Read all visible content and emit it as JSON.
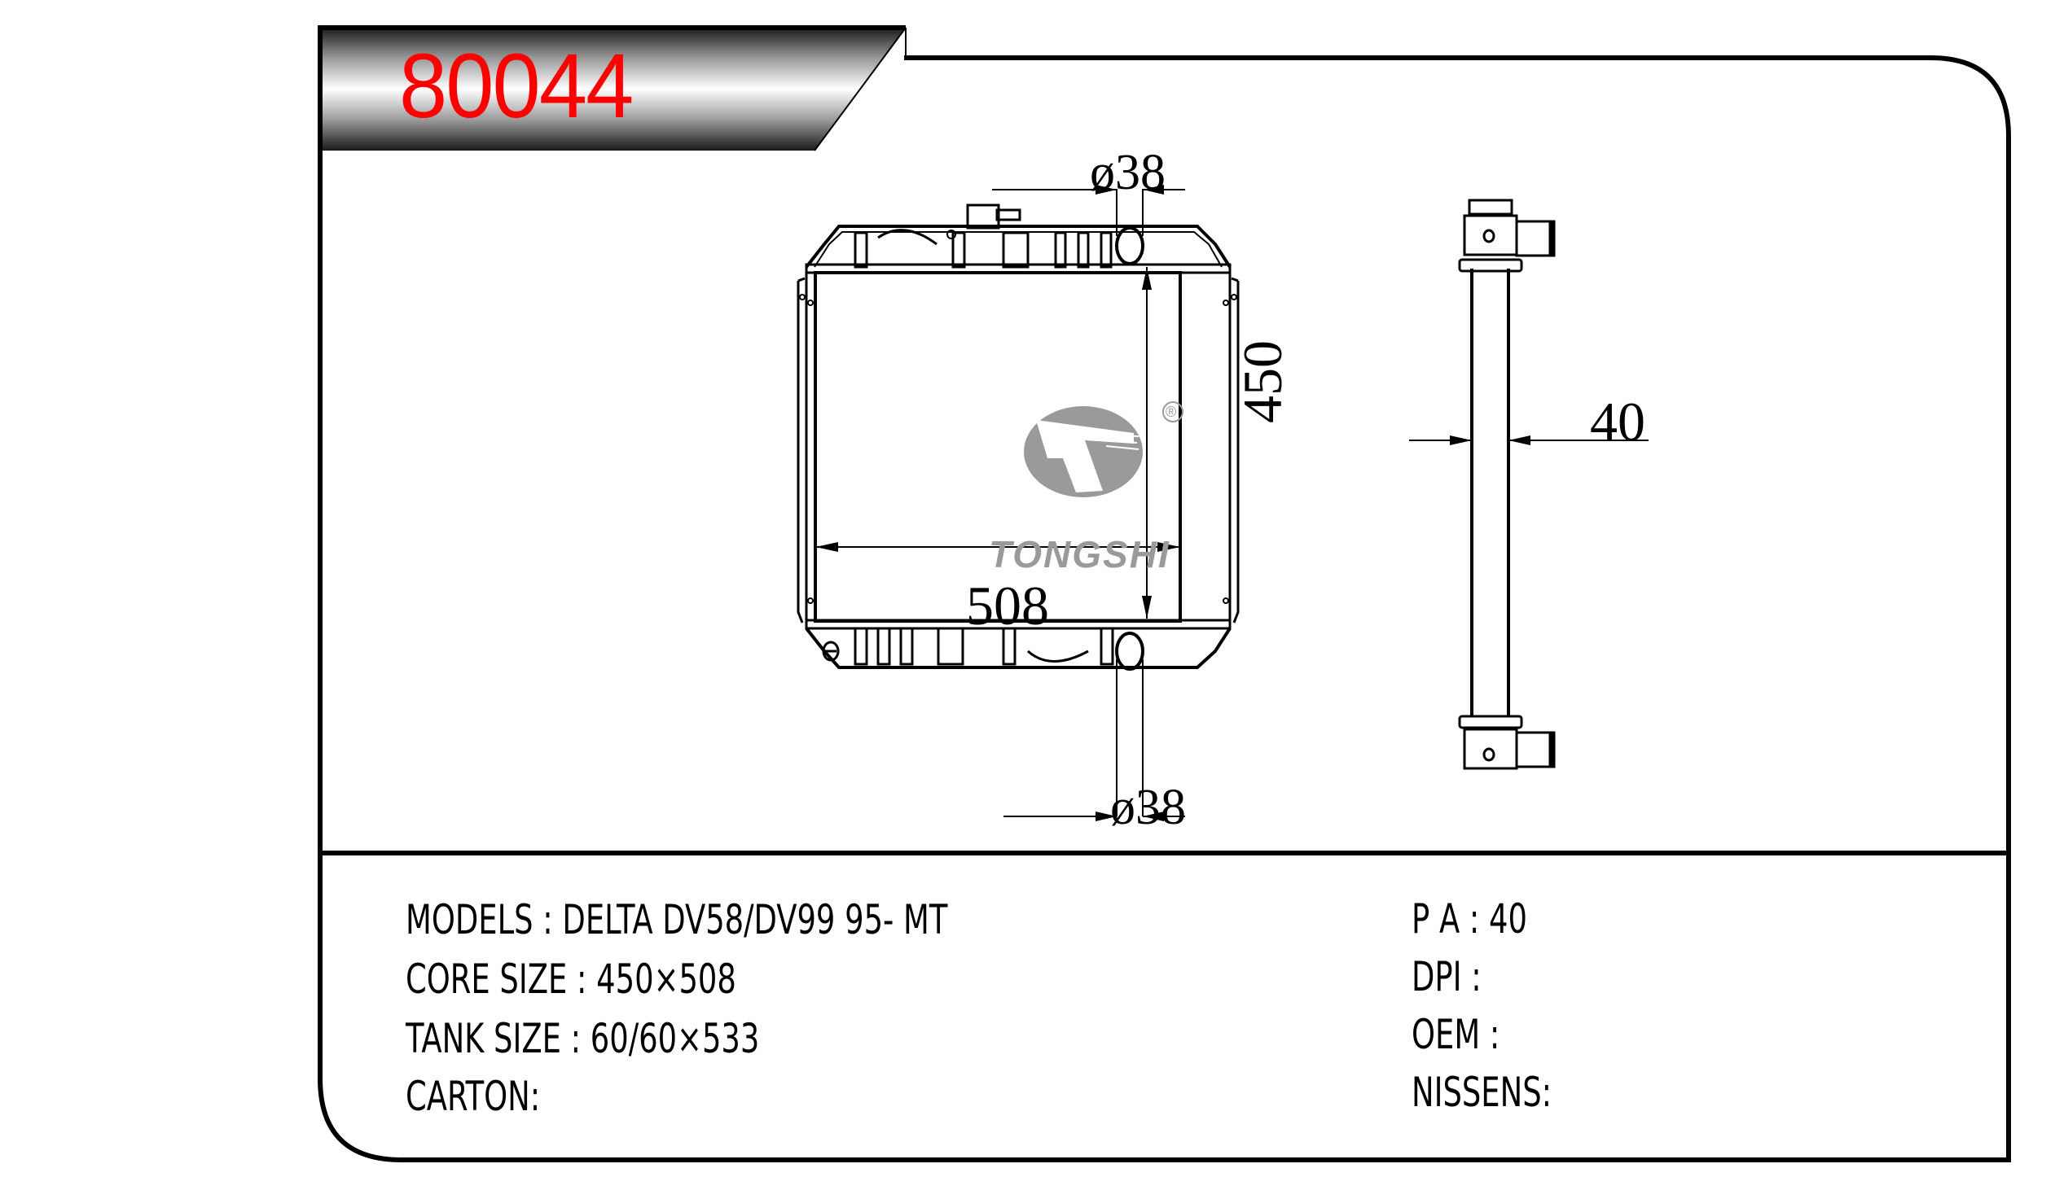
{
  "banner": {
    "part_number": "80044",
    "text_color": "#ff0000"
  },
  "drawing": {
    "dimensions": {
      "top_pipe_diameter": "ø38",
      "bottom_pipe_diameter": "ø38",
      "core_width": "508",
      "core_height": "450",
      "core_thickness": "40"
    },
    "logo": {
      "brand": "TONGSHI",
      "registered_mark": "®",
      "color": "#9a9a9a"
    }
  },
  "specs": {
    "left": [
      {
        "label": "MODELS",
        "separator": " : ",
        "value": "DELTA DV58/DV99 95- MT"
      },
      {
        "label": "CORE SIZE",
        "separator": " : ",
        "value": "450×508"
      },
      {
        "label": "TANK SIZE",
        "separator": " : ",
        "value": "60/60×533"
      },
      {
        "label": "CARTON",
        "separator": ":",
        "value": ""
      }
    ],
    "right": [
      {
        "label": "P A",
        "separator": " : ",
        "value": "40"
      },
      {
        "label": "DPI",
        "separator": " : ",
        "value": ""
      },
      {
        "label": "OEM",
        "separator": " : ",
        "value": ""
      },
      {
        "label": "NISSENS",
        "separator": ":",
        "value": ""
      }
    ]
  }
}
